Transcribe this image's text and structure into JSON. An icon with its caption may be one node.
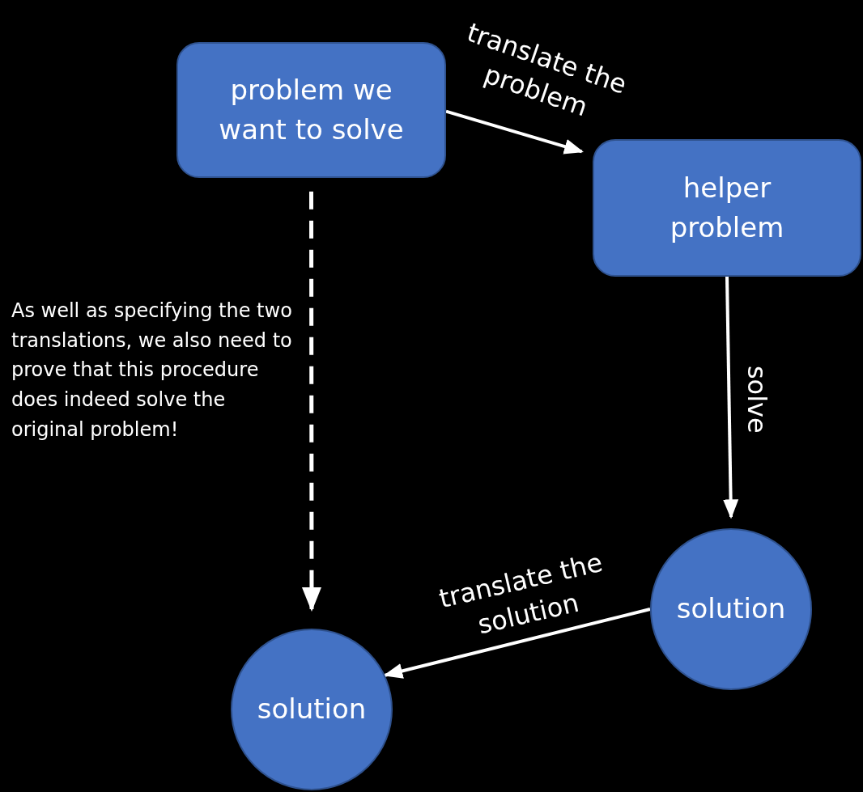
{
  "diagram": {
    "nodes": [
      {
        "text": [
          "problem we want to solve"
        ]
      },
      {
        "text": [
          "helper problem"
        ]
      },
      {
        "text": [
          "solution"
        ]
      },
      {
        "text": [
          "solution"
        ]
      }
    ],
    "edges": [
      {
        "from": 0,
        "to": 1,
        "arrow": "to",
        "label": "translate the problem"
      },
      {
        "from": 1,
        "to": 2,
        "arrow": "to",
        "label": "solve"
      },
      {
        "from": 2,
        "to": 3,
        "arrow": "to",
        "label": "translate the solution"
      },
      {
        "from": 0,
        "to": 3,
        "arrow": "to",
        "style": "dashed"
      }
    ],
    "labels": [
      "As well as specifying the two translations, we also need to prove that this procedure does indeed solve the original problem!"
    ]
  }
}
